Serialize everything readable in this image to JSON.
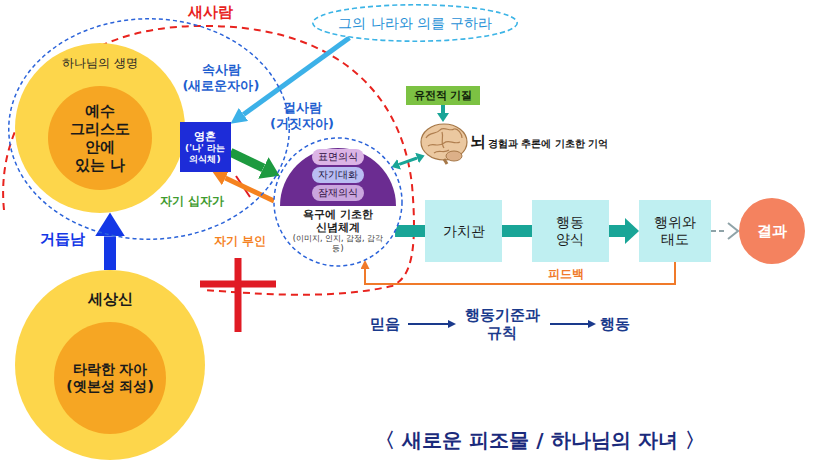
{
  "diagram": {
    "caption": "〈 새로운 피조물 / 하나님의 자녀 〉",
    "nodes": [
      {
        "text": [
          "그의 나라와 의를 구하라"
        ]
      },
      {
        "text": [
          "속사람 (새로운자아)"
        ]
      },
      {
        "text": [
          "하나님의 생명"
        ],
        "in": 1
      },
      {
        "text": [
          "예수 그리스도 안에 있는 나"
        ],
        "in": 2
      },
      {
        "text": [
          "영혼",
          "('나' 라는 의식체)"
        ],
        "in": 1
      },
      {
        "text": [
          "겉사람 (거짓자아)",
          "욕구에 기초한 신념체계",
          "(이미지, 인지, 감정, 감각 등)"
        ]
      },
      {
        "text": [
          "표면의식"
        ],
        "in": 5
      },
      {
        "text": [
          "자기대화"
        ],
        "in": 5
      },
      {
        "text": [
          "잠재의식"
        ],
        "in": 5
      },
      {
        "text": [
          "유전적 기질"
        ]
      },
      {
        "text": [
          "뇌",
          "경험과 추론에 기초한 기억"
        ]
      },
      {
        "text": [
          "가치관"
        ]
      },
      {
        "text": [
          "행동 양식"
        ]
      },
      {
        "text": [
          "행위와 태도"
        ]
      },
      {
        "text": [
          "결과"
        ]
      },
      {
        "text": [
          "세상신"
        ]
      },
      {
        "text": [
          "타락한 자아 (옛본성 죄성)"
        ],
        "in": 15
      }
    ],
    "edges": [
      {
        "from": 0,
        "to": 4,
        "arrow": "to"
      },
      {
        "from": 15,
        "to": 2,
        "arrow": "to",
        "label": "거듭남"
      },
      {
        "from": 4,
        "to": 5,
        "arrow": "to"
      },
      {
        "from": 5,
        "to": 4,
        "arrow": "to",
        "label": "자기 부인"
      },
      {
        "from": 9,
        "to": 10,
        "arrow": "to"
      },
      {
        "from": 10,
        "to": 5,
        "arrow": "both"
      },
      {
        "from": 5,
        "to": 11,
        "arrow": "none"
      },
      {
        "from": 11,
        "to": 12,
        "arrow": "none"
      },
      {
        "from": 12,
        "to": 13,
        "arrow": "to"
      },
      {
        "from": 13,
        "to": 14,
        "arrow": "to"
      },
      {
        "from": 13,
        "to": 5,
        "arrow": "to",
        "label": "피드백"
      }
    ],
    "labels": [
      "새사람",
      "자기 십자가",
      "믿음",
      "행동기준과 규칙",
      "행동"
    ]
  }
}
